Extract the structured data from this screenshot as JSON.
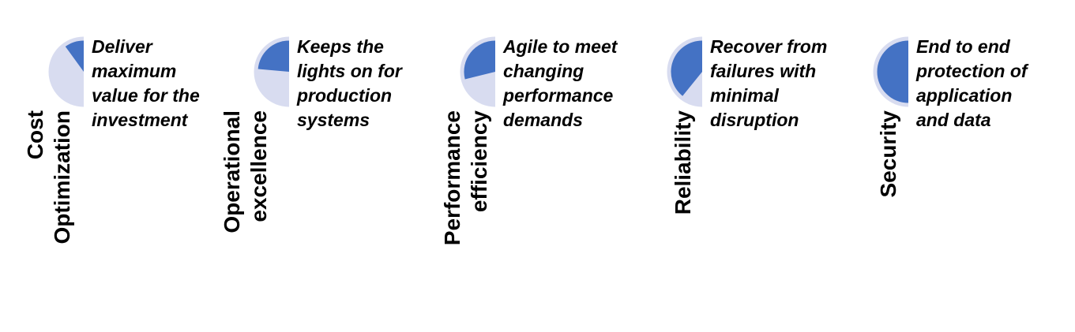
{
  "colors": {
    "background": "#FFFFFF",
    "pie_track": "#D8DCF0",
    "pie_fill": "#4472C4",
    "text": "#000000"
  },
  "pillars": [
    {
      "title": "Cost Optimization",
      "title_lines": [
        "Cost",
        "Optimization"
      ],
      "description": "Deliver maximum value for the investment",
      "description_lines": [
        "Deliver",
        "maximum",
        "value for the",
        "investment"
      ],
      "pie": {
        "icon": "pie-progress-icon",
        "fill_fraction": 0.1,
        "angle_deg": 36
      }
    },
    {
      "title": "Operational excellence",
      "title_lines": [
        "Operational",
        "excellence"
      ],
      "description": "Keeps the lights on for production systems",
      "description_lines": [
        "Keeps the",
        "lights on for",
        "production",
        "systems"
      ],
      "pie": {
        "icon": "pie-progress-icon",
        "fill_fraction": 0.24,
        "angle_deg": 85
      }
    },
    {
      "title": "Performance efficiency",
      "title_lines": [
        "Performance",
        "efficiency"
      ],
      "description": "Agile to meet changing performance demands",
      "description_lines": [
        "Agile to meet",
        "changing",
        "performance",
        "demands"
      ],
      "pie": {
        "icon": "pie-progress-icon",
        "fill_fraction": 0.29,
        "angle_deg": 104
      }
    },
    {
      "title": "Reliability",
      "title_lines": [
        "Reliability"
      ],
      "description": "Recover from failures with minimal disruption",
      "description_lines": [
        "Recover from",
        "failures with",
        "minimal",
        "disruption"
      ],
      "pie": {
        "icon": "pie-progress-icon",
        "fill_fraction": 0.39,
        "angle_deg": 141
      }
    },
    {
      "title": "Security",
      "title_lines": [
        "Security"
      ],
      "description": "End to end protection of application and data",
      "description_lines": [
        "End to end",
        "protection of",
        "application",
        "and data"
      ],
      "pie": {
        "icon": "pie-progress-icon",
        "fill_fraction": 0.5,
        "angle_deg": 180
      }
    }
  ]
}
